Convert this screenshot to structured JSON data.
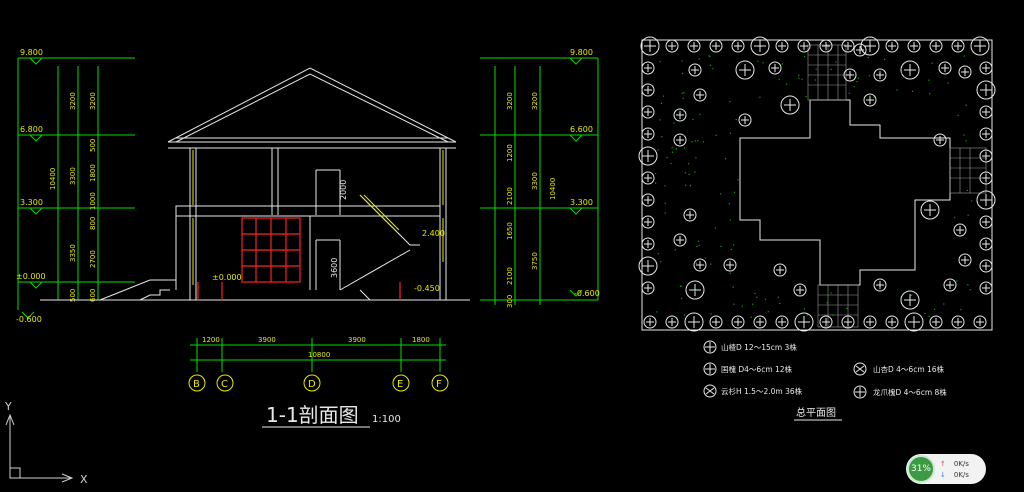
{
  "section": {
    "elevations_left": [
      "9.800",
      "6.800",
      "3.300",
      "±0.000",
      "-0.600"
    ],
    "elevations_right": [
      "9.800",
      "6.600",
      "3.300",
      "-0.600"
    ],
    "left_dims_outer": [
      "10400"
    ],
    "left_dims_mid": [
      "3200",
      "3300",
      "3350",
      "500"
    ],
    "left_dims_inner": [
      "3200",
      "500",
      "1800",
      "1000",
      "800",
      "2700",
      "600"
    ],
    "right_dims_outer": [
      "10400"
    ],
    "right_dims_mid": [
      "3200",
      "1200",
      "2100",
      "1650",
      "2100",
      "300"
    ],
    "right_dims_inner": [
      "3200",
      "3300",
      "3750"
    ],
    "inner_labels": [
      "2000",
      "3600",
      "±0.000",
      "2.400",
      "-0.450"
    ],
    "bottom_dims": [
      "1200",
      "3900",
      "3900",
      "1800"
    ],
    "bottom_total": "10800",
    "axes": [
      "B",
      "C",
      "D",
      "E",
      "F"
    ],
    "title": "1-1剖面图",
    "scale": "1:100"
  },
  "site_plan": {
    "title": "总平面图",
    "legend": [
      {
        "text": "山楂D 12～15cm 3株"
      },
      {
        "text": "国槐 D4～6cm 12株"
      },
      {
        "text": "云杉H 1.5～2.0m 36株"
      },
      {
        "text": "山杏D 4～6cm 16株"
      },
      {
        "text": "龙爪槐D 4～6cm 8株"
      }
    ]
  },
  "ucs": {
    "y": "Y",
    "x": "X"
  },
  "network": {
    "percent": "31%",
    "up": "0K/s",
    "down": "0K/s"
  },
  "colors": {
    "green": "#00e000",
    "yellow": "#e8e800",
    "white": "#e8e8e8",
    "red": "#ff2020",
    "accent": "#3b9b42"
  }
}
